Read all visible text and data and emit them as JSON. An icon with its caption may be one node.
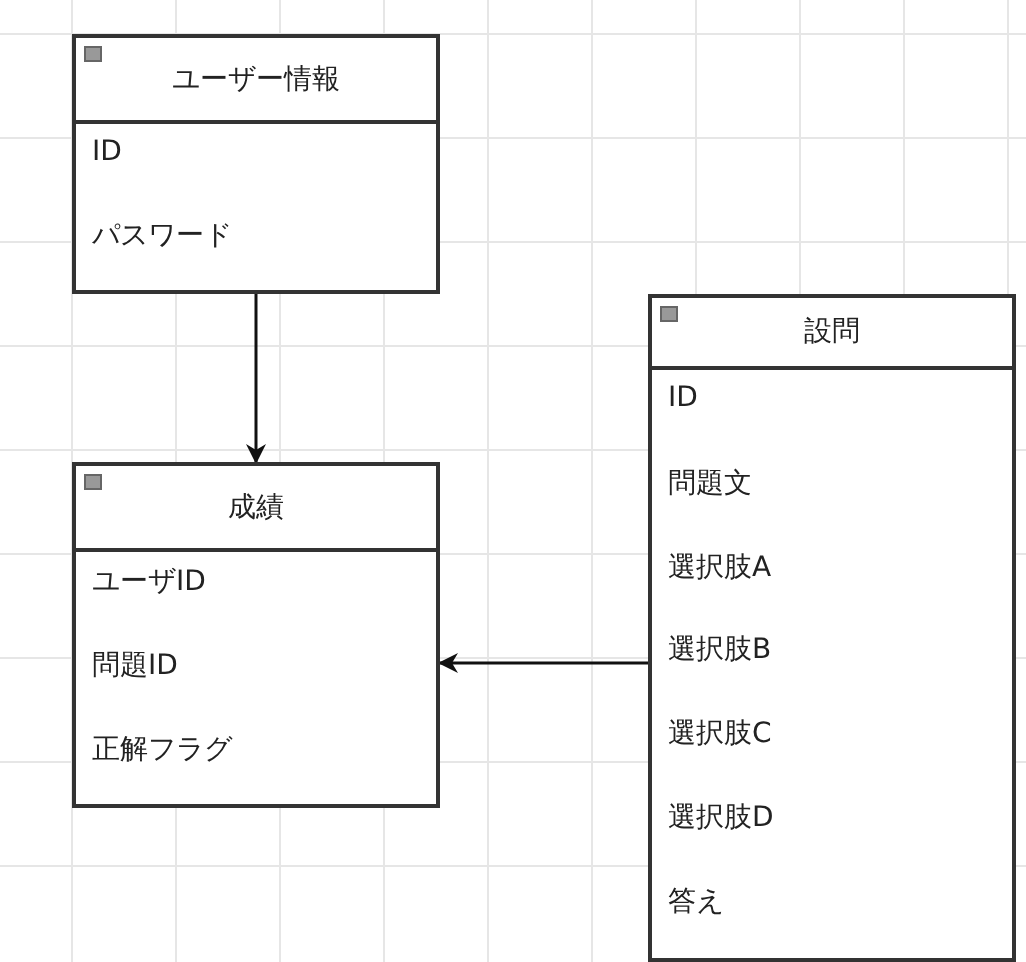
{
  "diagram": {
    "nodes": [
      {
        "text": [
          "ユーザー情報",
          "ID",
          "パスワード"
        ]
      },
      {
        "text": [
          "成績",
          "ユーザID",
          "問題ID",
          "正解フラグ"
        ]
      },
      {
        "text": [
          "設問",
          "ID",
          "問題文",
          "選択肢A",
          "選択肢B",
          "選択肢C",
          "選択肢D",
          "答え"
        ]
      }
    ],
    "edges": [
      {
        "from": 0,
        "to": 1,
        "arrow": "to"
      },
      {
        "from": 2,
        "to": 1,
        "arrow": "to"
      }
    ]
  }
}
